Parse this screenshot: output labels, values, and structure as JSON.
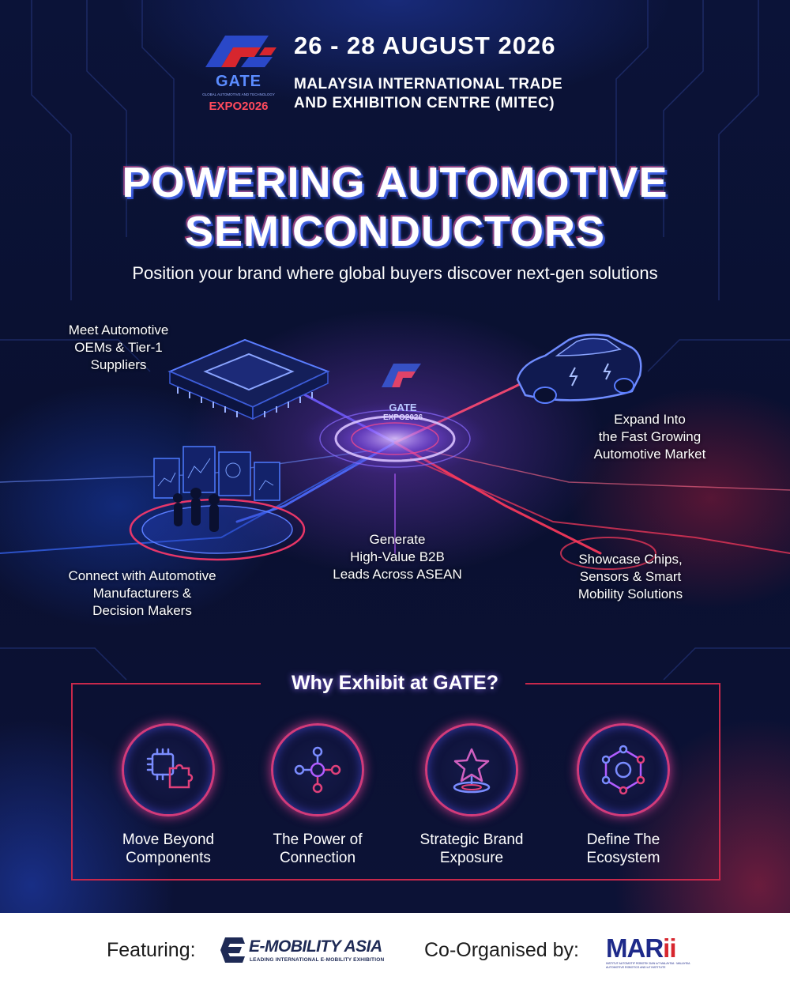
{
  "event": {
    "logo_text": "GATE",
    "logo_sub": "GLOBAL AUTOMOTIVE AND TECHNOLOGY",
    "logo_expo": "EXPO2026",
    "date": "26 - 28 AUGUST 2026",
    "venue_line1": "MALAYSIA INTERNATIONAL TRADE",
    "venue_line2": "AND EXHIBITION CENTRE (MITEC)"
  },
  "hero": {
    "title_line1": "POWERING AUTOMOTIVE",
    "title_line2": "SEMICONDUCTORS",
    "subtitle": "Position your brand where global buyers discover next-gen solutions",
    "center_logo_text": "GATE",
    "center_logo_expo": "EXPO2026"
  },
  "features": [
    {
      "lines": [
        "Meet Automotive",
        "OEMs & Tier-1",
        "Suppliers"
      ]
    },
    {
      "lines": [
        "Expand Into",
        "the Fast Growing",
        "Automotive Market"
      ]
    },
    {
      "lines": [
        "Generate",
        "High-Value B2B",
        "Leads Across ASEAN"
      ]
    },
    {
      "lines": [
        "Showcase Chips,",
        "Sensors & Smart",
        "Mobility Solutions"
      ]
    },
    {
      "lines": [
        "Connect with Automotive",
        "Manufacturers &",
        "Decision Makers"
      ]
    }
  ],
  "why": {
    "title": "Why Exhibit at GATE?",
    "benefits": [
      {
        "icon": "chip-puzzle-icon",
        "lines": [
          "Move Beyond",
          "Components"
        ]
      },
      {
        "icon": "network-hub-icon",
        "lines": [
          "The Power of",
          "Connection"
        ]
      },
      {
        "icon": "star-spotlight-icon",
        "lines": [
          "Strategic Brand",
          "Exposure"
        ]
      },
      {
        "icon": "ecosystem-hexagon-icon",
        "lines": [
          "Define The",
          "Ecosystem"
        ]
      }
    ]
  },
  "footer": {
    "featuring_label": "Featuring:",
    "emobility_name": "E-MOBILITY ASIA",
    "emobility_tag": "LEADING INTERNATIONAL E-MOBILITY EXHIBITION",
    "coorganised_label": "Co-Organised by:",
    "marii_name_main": "MAR",
    "marii_name_ii": "ii",
    "marii_tag": "INSTITUT AUTOMOTIF ROBOTIK DAN IoT MALAYSIA · MALAYSIA AUTOMOTIVE ROBOTICS AND IoT INSTITUTE"
  },
  "colors": {
    "background": "#0a1030",
    "accent_red": "#c8284b",
    "accent_blue": "#2a48c8",
    "ring_pink": "#d23b7a",
    "footer_bg": "#ffffff",
    "logo_navy": "#1e2a8a"
  }
}
